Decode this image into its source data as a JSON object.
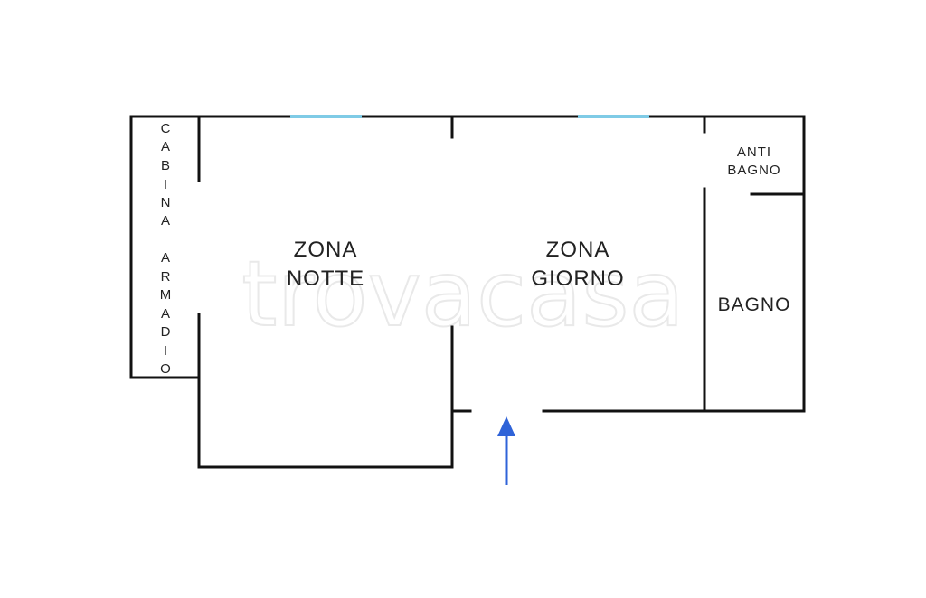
{
  "watermark": "trovacasa",
  "rooms": {
    "zona_notte": [
      "ZONA",
      "NOTTE"
    ],
    "zona_giorno": [
      "ZONA",
      "GIORNO"
    ],
    "antibagno": [
      "ANTI",
      "BAGNO"
    ],
    "bagno": "BAGNO",
    "cabina_armadio": [
      "C",
      "A",
      "B",
      "I",
      "N",
      "A",
      "A",
      "R",
      "M",
      "A",
      "D",
      "I",
      "O"
    ]
  },
  "colors": {
    "walls": "#111111",
    "windows": "#7fcbe6",
    "entrance_arrow": "#2f63d8"
  },
  "icons": {
    "entrance": "arrow-up-icon"
  }
}
